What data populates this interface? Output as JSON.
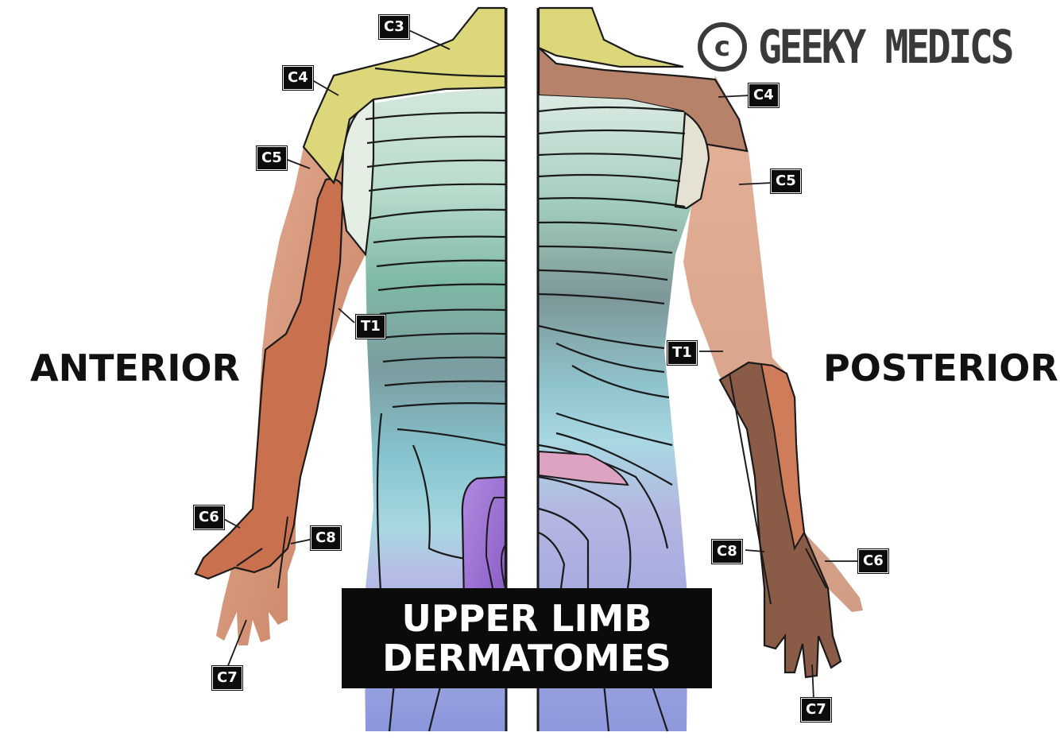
{
  "brand": {
    "copyright_symbol": "c",
    "name": "GEEKY MEDICS"
  },
  "labels": {
    "anterior": "ANTERIOR",
    "posterior": "POSTERIOR"
  },
  "title": {
    "line1": "UPPER LIMB",
    "line2": "DERMATOMES"
  },
  "dermatome_tags": {
    "anterior": {
      "c3": "C3",
      "c4": "C4",
      "c5": "C5",
      "t1": "T1",
      "c6": "C6",
      "c8": "C8",
      "c7": "C7"
    },
    "posterior": {
      "c4": "C4",
      "c5": "C5",
      "t1": "T1",
      "c8": "C8",
      "c6": "C6",
      "c7": "C7"
    }
  },
  "colors": {
    "c3_c4_yellow": "#dcd77a",
    "c4_posterior": "#b98466",
    "c5_skin": "#e2ae95",
    "c6_orange": "#cc7452",
    "c8_skin": "#cf9a84",
    "c7_dark": "#7d5240",
    "thorax_green": "#8cc2b0",
    "thorax_teal": "#7e9fa0",
    "abdomen_cyan": "#93d2dc",
    "lumbar_blue": "#9aa8e0",
    "sacral_purple": "#b77bd2",
    "sacral_pink": "#dba5c5"
  }
}
